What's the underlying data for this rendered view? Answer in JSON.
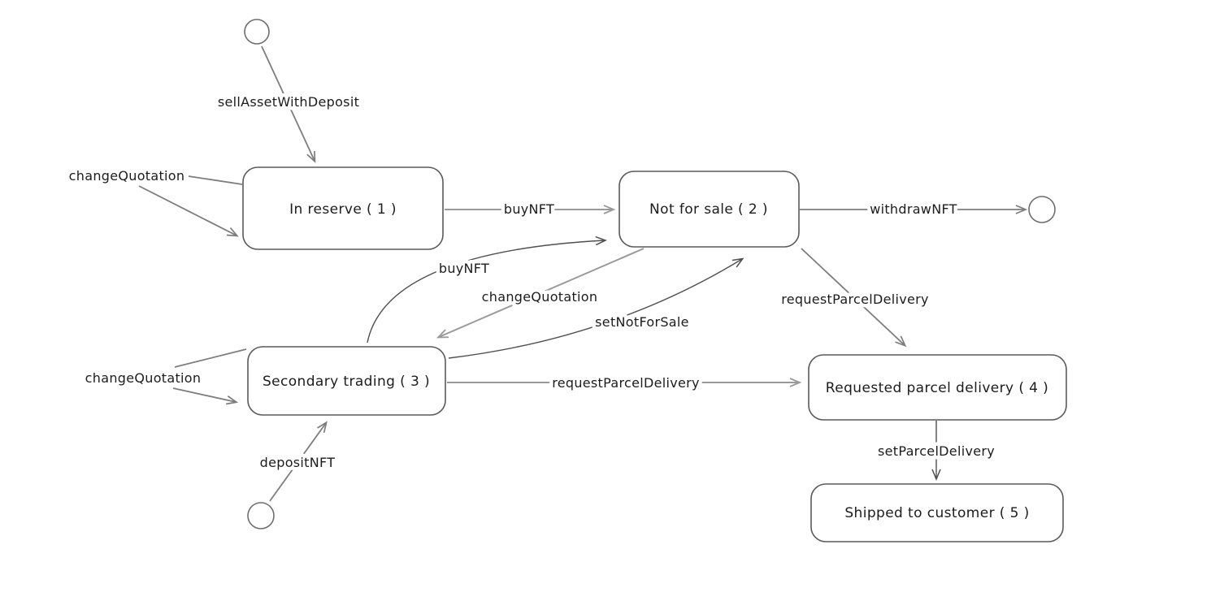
{
  "diagram": {
    "type": "state-machine",
    "background_color": "#ffffff",
    "colors": {
      "box_border": "#5a5a5a",
      "text": "#1c1c1c",
      "edge_gray": "#9a9a9a",
      "edge_dark": "#4f4f4f"
    },
    "nodes": {
      "initial_top": {
        "kind": "initial-state-circle"
      },
      "initial_bottom": {
        "kind": "initial-state-circle"
      },
      "final_right": {
        "kind": "final-state-circle"
      },
      "in_reserve": {
        "label": "In reserve ( 1 )"
      },
      "not_for_sale": {
        "label": "Not for sale ( 2 )"
      },
      "secondary_trading": {
        "label": "Secondary trading ( 3 )"
      },
      "requested_parcel_delivery": {
        "label": "Requested parcel delivery ( 4 )"
      },
      "shipped_to_customer": {
        "label": "Shipped to customer ( 5 )"
      }
    },
    "edges": {
      "sell_asset_with_deposit": {
        "label": "sellAssetWithDeposit",
        "from": "initial_top",
        "to": "in_reserve"
      },
      "change_quotation_in_reserve": {
        "label": "changeQuotation",
        "from": "in_reserve",
        "to": "in_reserve"
      },
      "buy_nft_in_reserve": {
        "label": "buyNFT",
        "from": "in_reserve",
        "to": "not_for_sale"
      },
      "withdraw_nft": {
        "label": "withdrawNFT",
        "from": "not_for_sale",
        "to": "final_right"
      },
      "buy_nft_secondary": {
        "label": "buyNFT",
        "from": "secondary_trading",
        "to": "not_for_sale"
      },
      "change_quotation_to_secondary": {
        "label": "changeQuotation",
        "from": "not_for_sale",
        "to": "secondary_trading"
      },
      "set_not_for_sale": {
        "label": "setNotForSale",
        "from": "secondary_trading",
        "to": "not_for_sale"
      },
      "request_parcel_from_not_for_sale": {
        "label": "requestParcelDelivery",
        "from": "not_for_sale",
        "to": "requested_parcel_delivery"
      },
      "change_quotation_secondary": {
        "label": "changeQuotation",
        "from": "secondary_trading",
        "to": "secondary_trading"
      },
      "request_parcel_from_secondary": {
        "label": "requestParcelDelivery",
        "from": "secondary_trading",
        "to": "requested_parcel_delivery"
      },
      "deposit_nft": {
        "label": "depositNFT",
        "from": "initial_bottom",
        "to": "secondary_trading"
      },
      "set_parcel_delivery": {
        "label": "setParcelDelivery",
        "from": "requested_parcel_delivery",
        "to": "shipped_to_customer"
      }
    }
  }
}
